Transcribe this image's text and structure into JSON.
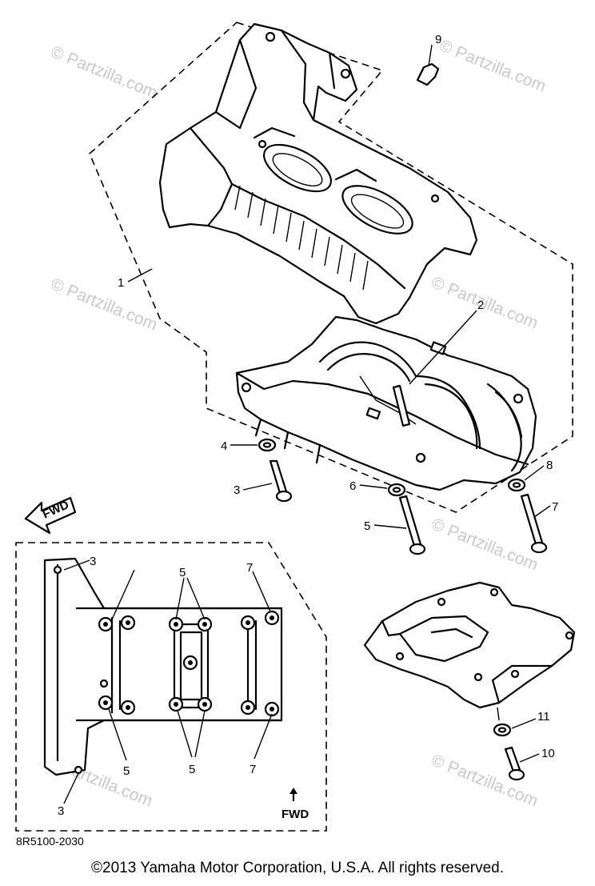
{
  "watermark": {
    "text": "© Partzilla.com"
  },
  "callouts": {
    "c1": "1",
    "c2": "2",
    "c3": "3",
    "c4": "4",
    "c5": "5",
    "c6": "6",
    "c7": "7",
    "c8": "8",
    "c9": "9",
    "c10": "10",
    "c11": "11"
  },
  "inset": {
    "labels": {
      "top3": "3",
      "top5": "5",
      "top7": "7",
      "bl5": "5",
      "bc5": "5",
      "br7": "7",
      "bot3": "3"
    },
    "fwd_label": "FWD"
  },
  "fwd_badge": "FWD",
  "diagram_code": "8R5100-2030",
  "copyright": "©2013 Yamaha Motor Corporation, U.S.A. All rights reserved."
}
